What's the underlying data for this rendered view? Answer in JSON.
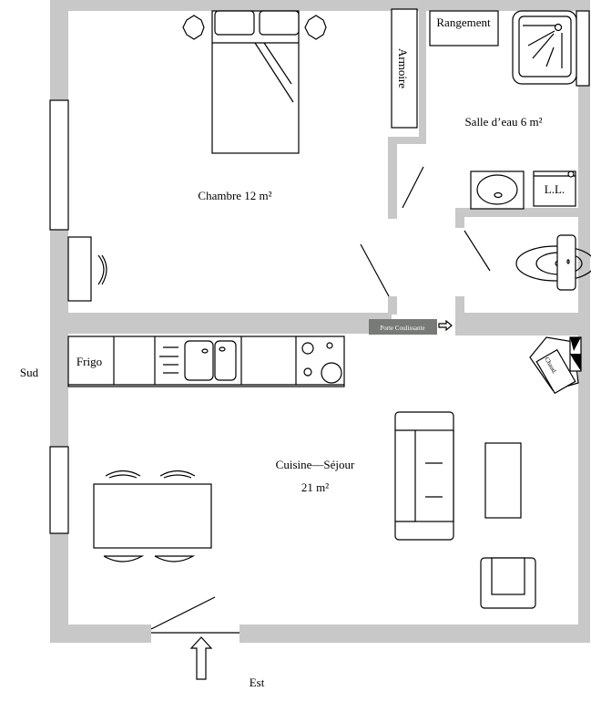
{
  "rooms": {
    "chambre": "Chambre 12 m²",
    "salle_eau": "Salle d’eau 6 m²",
    "sejour_line1": "Cuisine—Séjour",
    "sejour_line2": "21 m²"
  },
  "furniture": {
    "armoire": "Armoire",
    "rangement": "Rangement",
    "lave_linge": "L.L.",
    "frigo": "Frigo",
    "chaudiere": "Chaud.",
    "porte_coulissante": "Porte Coulissante"
  },
  "orientation": {
    "sud": "Sud",
    "est": "Est"
  },
  "colors": {
    "wall": "#c8c8c8",
    "label_bg": "#777a76"
  }
}
